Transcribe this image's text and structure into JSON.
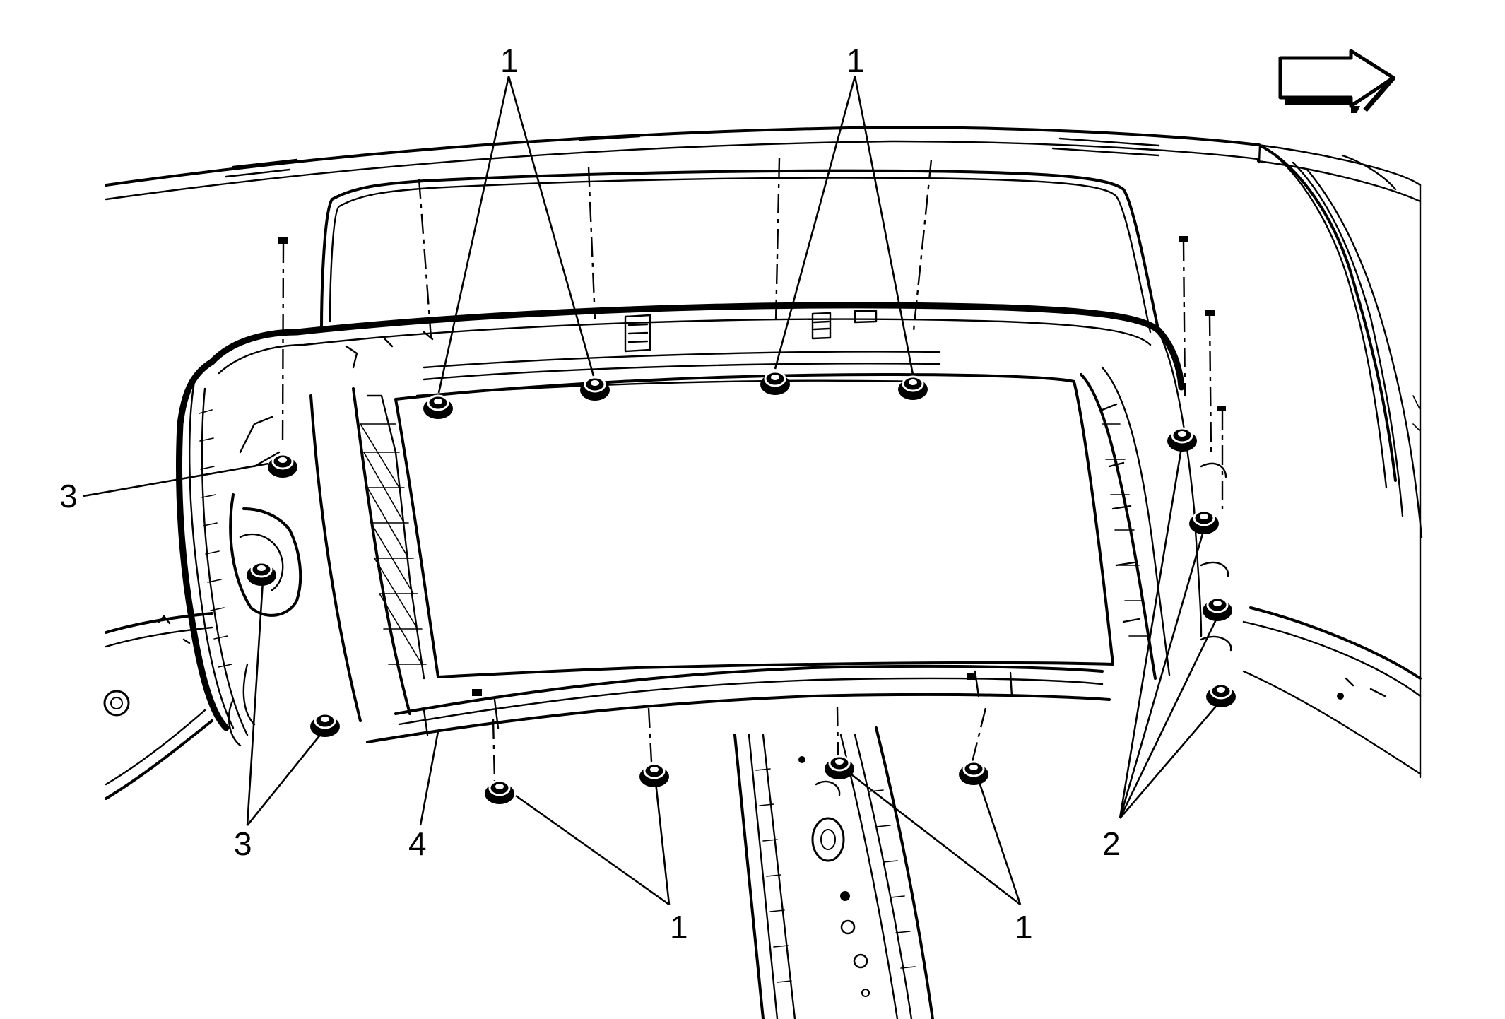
{
  "callouts": {
    "c1_top_left": "1",
    "c1_top_right": "1",
    "c1_bottom_left": "1",
    "c1_bottom_right": "1",
    "c2": "2",
    "c3_left": "3",
    "c3_bottom": "3",
    "c4": "4"
  },
  "icons": {
    "direction": "front-direction-arrow-icon",
    "fastener": "bolt-icon"
  },
  "colors": {
    "line": "#000000",
    "background": "#ffffff"
  }
}
